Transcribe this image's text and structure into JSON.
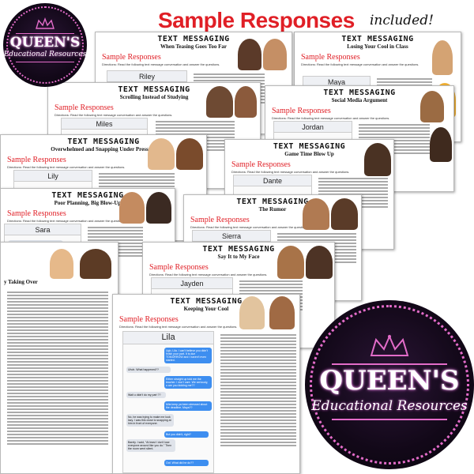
{
  "header": {
    "sample_responses": "Sample Responses",
    "included": "included!"
  },
  "logo": {
    "line1": "QUEEN'S",
    "line2": "Educational Resources"
  },
  "common": {
    "title": "TEXT MESSAGING",
    "sample_responses": "Sample Responses",
    "directions": "Directions: Read the following text message conversation and answer the questions."
  },
  "pages": [
    {
      "id": "riley",
      "subtitle": "When Teasing Goes Too Far",
      "name": "Riley"
    },
    {
      "id": "maya",
      "subtitle": "Losing Your Cool in Class",
      "name": "Maya"
    },
    {
      "id": "miles",
      "subtitle": "Scrolling Instead of Studying",
      "name": "Miles"
    },
    {
      "id": "jordan",
      "subtitle": "Social Media Argument",
      "name": "Jordan"
    },
    {
      "id": "lily",
      "subtitle": "Overwhelmed and Snapping Under Pressure",
      "name": "Lily"
    },
    {
      "id": "dante",
      "subtitle": "Game Time Blow Up",
      "name": "Dante"
    },
    {
      "id": "sara",
      "subtitle": "Poor Planning, Big Blow-Up",
      "name": "Sara"
    },
    {
      "id": "sierra",
      "subtitle": "The Rumor",
      "name": "Sierra"
    },
    {
      "id": "jayden",
      "subtitle": "Say It to My Face",
      "name": "Jayden"
    },
    {
      "id": "lila",
      "subtitle": "Keeping Your Cool",
      "name": "Lila"
    }
  ],
  "left_page": {
    "subtitle_tail": "y Taking Over"
  },
  "lila_messages": [
    "Ugh, Lila. I can't believe you didn't finish your part. It is due TOMORROW and I haven't even started.",
    "Uhoh. What happened??",
    "Either straight up told me the teacher. I don't care. We seriously, u are you kidding me??",
    "Wait u didn't do my part ??",
    "Mila keep ya been stressed about the deadline. Maya??",
    "No, he was trying to make me look lazy. I was this close to snapping at him in front of everyone.",
    "But you didn't, right?",
    "Barely. I said, \"At least I don't lose everyone around like you do.\" Then the room went silent.",
    "Oof. What did he do??"
  ]
}
